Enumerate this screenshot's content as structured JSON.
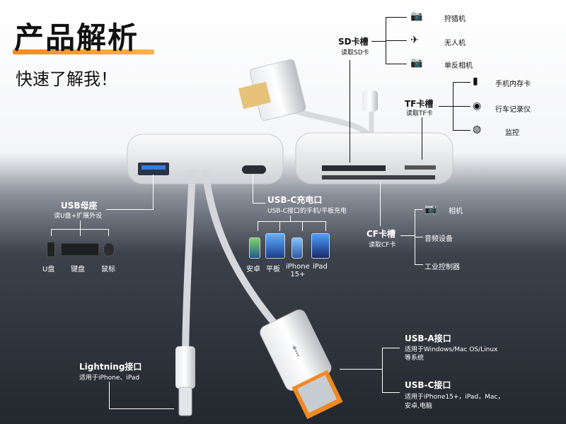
{
  "title": "产品解析",
  "subtitle": "快速了解我！",
  "sd": {
    "label": "SD卡槽",
    "sub": "读取SD卡",
    "items": [
      "狩猎机",
      "无人机",
      "单反相机"
    ]
  },
  "tf": {
    "label": "TF卡槽",
    "sub": "读取TF卡",
    "items": [
      "手机内存卡",
      "行车记录仪",
      "监控"
    ]
  },
  "cf": {
    "label": "CF卡槽",
    "sub": "读取CF卡",
    "items": [
      "相机",
      "音频设备",
      "工业控制器"
    ]
  },
  "usb_female": {
    "label": "USB母座",
    "sub": "读U盘+扩展外设",
    "items": [
      "U盘",
      "键盘",
      "鼠标"
    ]
  },
  "usbc_charge": {
    "label": "USB-C充电口",
    "sub": "USB-C接口的手机/平板充电",
    "items": [
      "安卓",
      "平板",
      "iPhone\n15+",
      "iPad"
    ]
  },
  "lightning": {
    "label": "Lightning接口",
    "sub": "适用于iPhone、iPad"
  },
  "usba": {
    "label": "USB-A接口",
    "sub_line1": "适用于Windows/Mac OS/Linux",
    "sub_line2": "等系统"
  },
  "usbc": {
    "label": "USB-C接口",
    "sub_line1": "适用于iPhone15+，iPad，Mac，",
    "sub_line2": "安卓,电脑"
  }
}
